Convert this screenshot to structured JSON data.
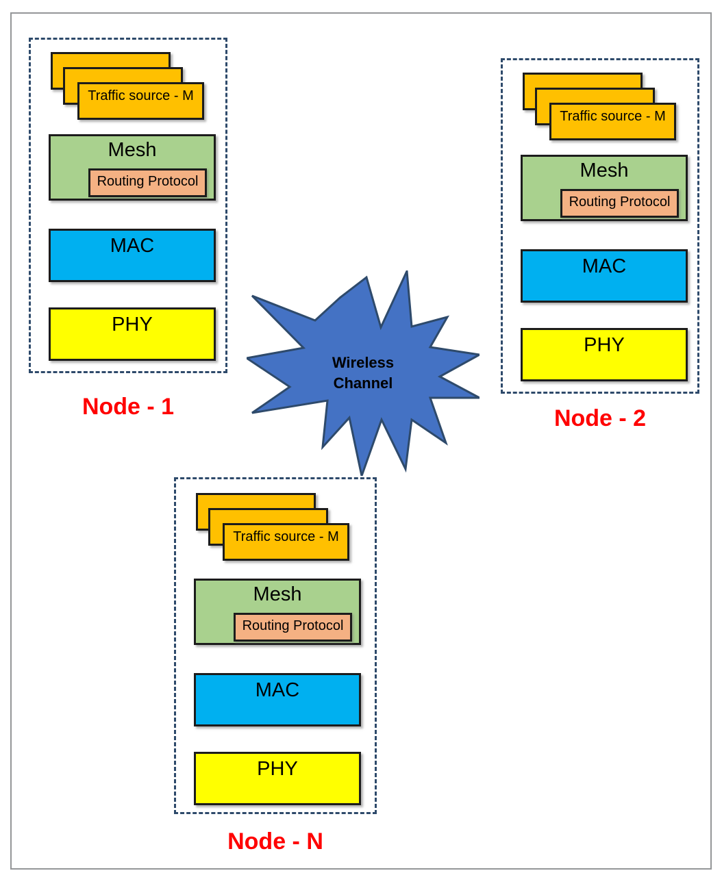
{
  "diagram": {
    "title": "Wireless mesh network node stack diagram",
    "colors": {
      "traffic_source": "#FFC000",
      "mesh": "#A9D18E",
      "routing_protocol": "#F4B183",
      "mac": "#00B0F0",
      "phy": "#FFFF00",
      "channel_fill": "#4472C4",
      "channel_stroke": "#2E4A6B",
      "node_border": "#2E4A6B",
      "node_caption": "#FF0000",
      "page_frame": "#949698"
    }
  },
  "channel": {
    "line1": "Wireless",
    "line2": "Channel",
    "shape": "starburst-12-point"
  },
  "layer_labels": {
    "traffic_source": "Traffic source - M",
    "mesh": "Mesh",
    "routing_protocol": "Routing Protocol",
    "mac": "MAC",
    "phy": "PHY"
  },
  "nodes": [
    {
      "id": "node-1",
      "caption": "Node - 1",
      "layers": {
        "traffic_source": "Traffic source - M",
        "mesh": "Mesh",
        "routing_protocol": "Routing Protocol",
        "mac": "MAC",
        "phy": "PHY"
      },
      "traffic_stack_count": 3
    },
    {
      "id": "node-2",
      "caption": "Node - 2",
      "layers": {
        "traffic_source": "Traffic source - M",
        "mesh": "Mesh",
        "routing_protocol": "Routing Protocol",
        "mac": "MAC",
        "phy": "PHY"
      },
      "traffic_stack_count": 3
    },
    {
      "id": "node-n",
      "caption": "Node - N",
      "layers": {
        "traffic_source": "Traffic source - M",
        "mesh": "Mesh",
        "routing_protocol": "Routing Protocol",
        "mac": "MAC",
        "phy": "PHY"
      },
      "traffic_stack_count": 3
    }
  ]
}
